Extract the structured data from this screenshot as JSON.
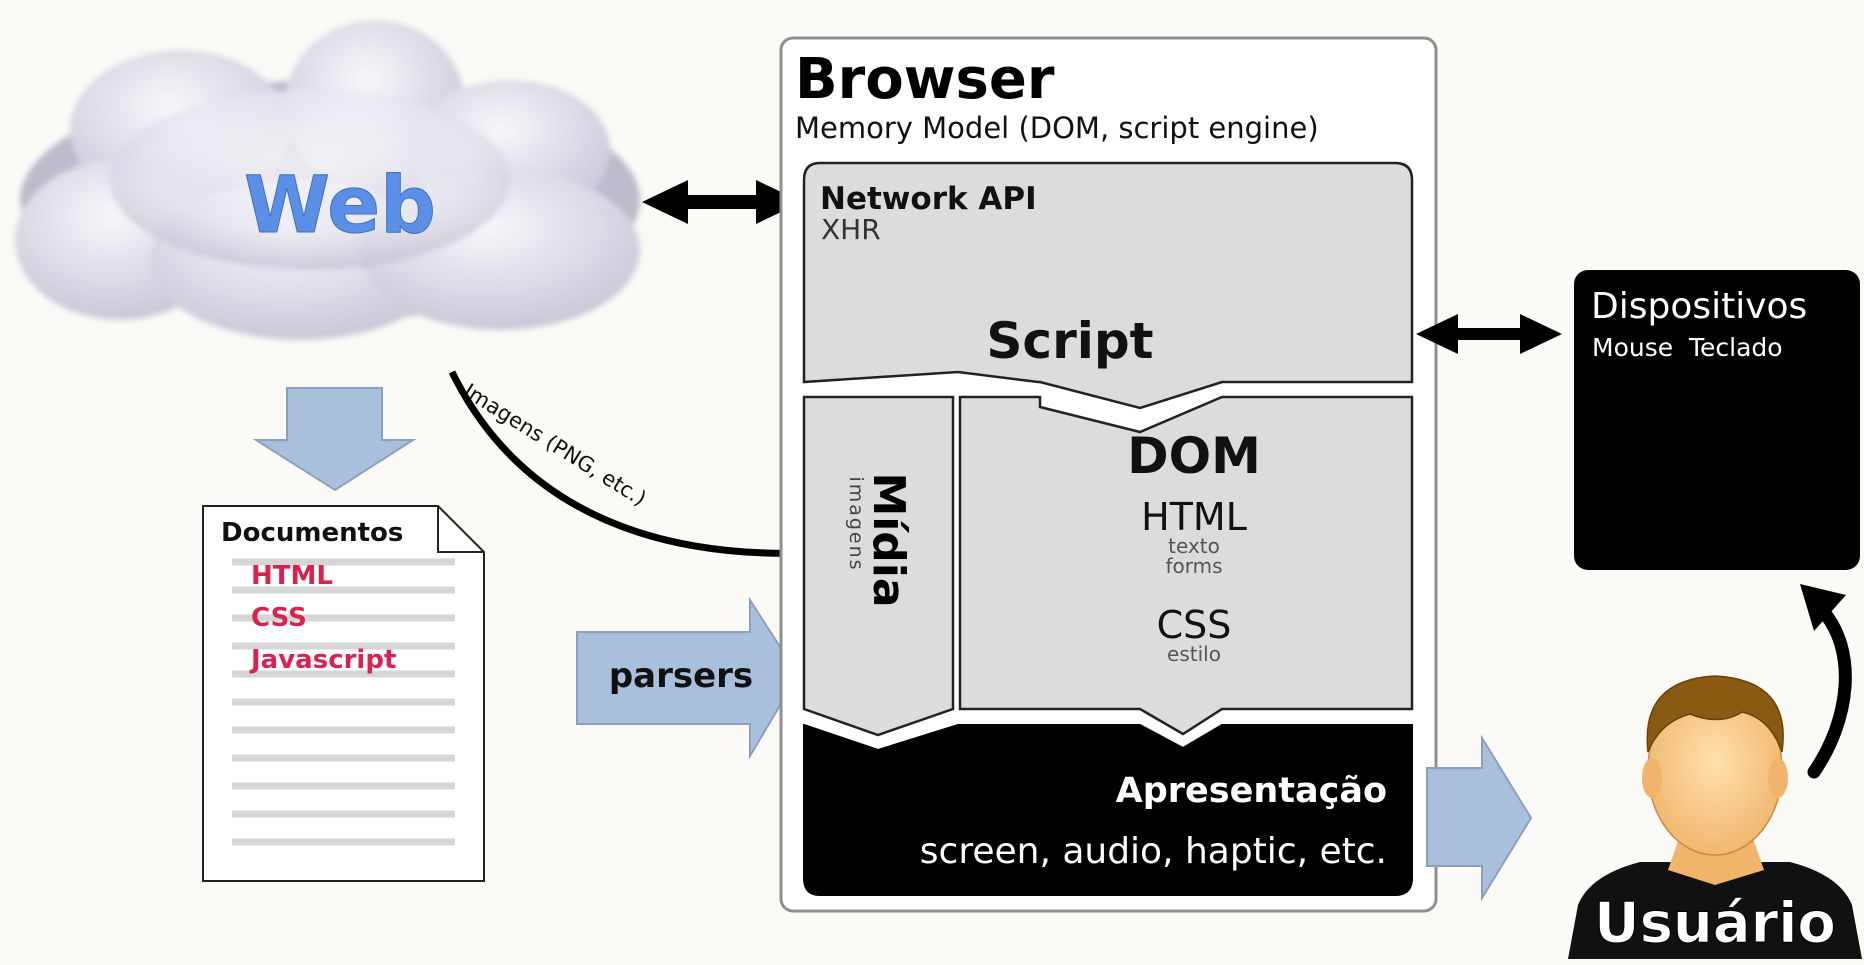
{
  "web": {
    "label": "Web"
  },
  "browser": {
    "title": "Browser",
    "subtitle": "Memory Model (DOM, script engine)",
    "network_api": "Network API",
    "xhr": "XHR",
    "script": "Script",
    "midia": "Mídia",
    "imagens": "imagens",
    "dom": "DOM",
    "html": "HTML",
    "texto": "texto",
    "forms": "forms",
    "css": "CSS",
    "estilo": "estilo",
    "apresentacao": "Apresentação",
    "outputs": "screen, audio, haptic, etc."
  },
  "documents": {
    "title": "Documentos",
    "items": [
      "HTML",
      "CSS",
      "Javascript"
    ]
  },
  "image_flow_label": "Imagens (PNG, etc.)",
  "parsers_label": "parsers",
  "devices": {
    "title": "Dispositivos",
    "items": "Mouse  Teclado"
  },
  "user": {
    "label": "Usuário"
  },
  "colors": {
    "web_text": "#5b8fe6",
    "doc_items": "#d8234f",
    "panel": "#dcdcdc",
    "arrow_fill": "#a9c0dc",
    "black": "#000000"
  }
}
